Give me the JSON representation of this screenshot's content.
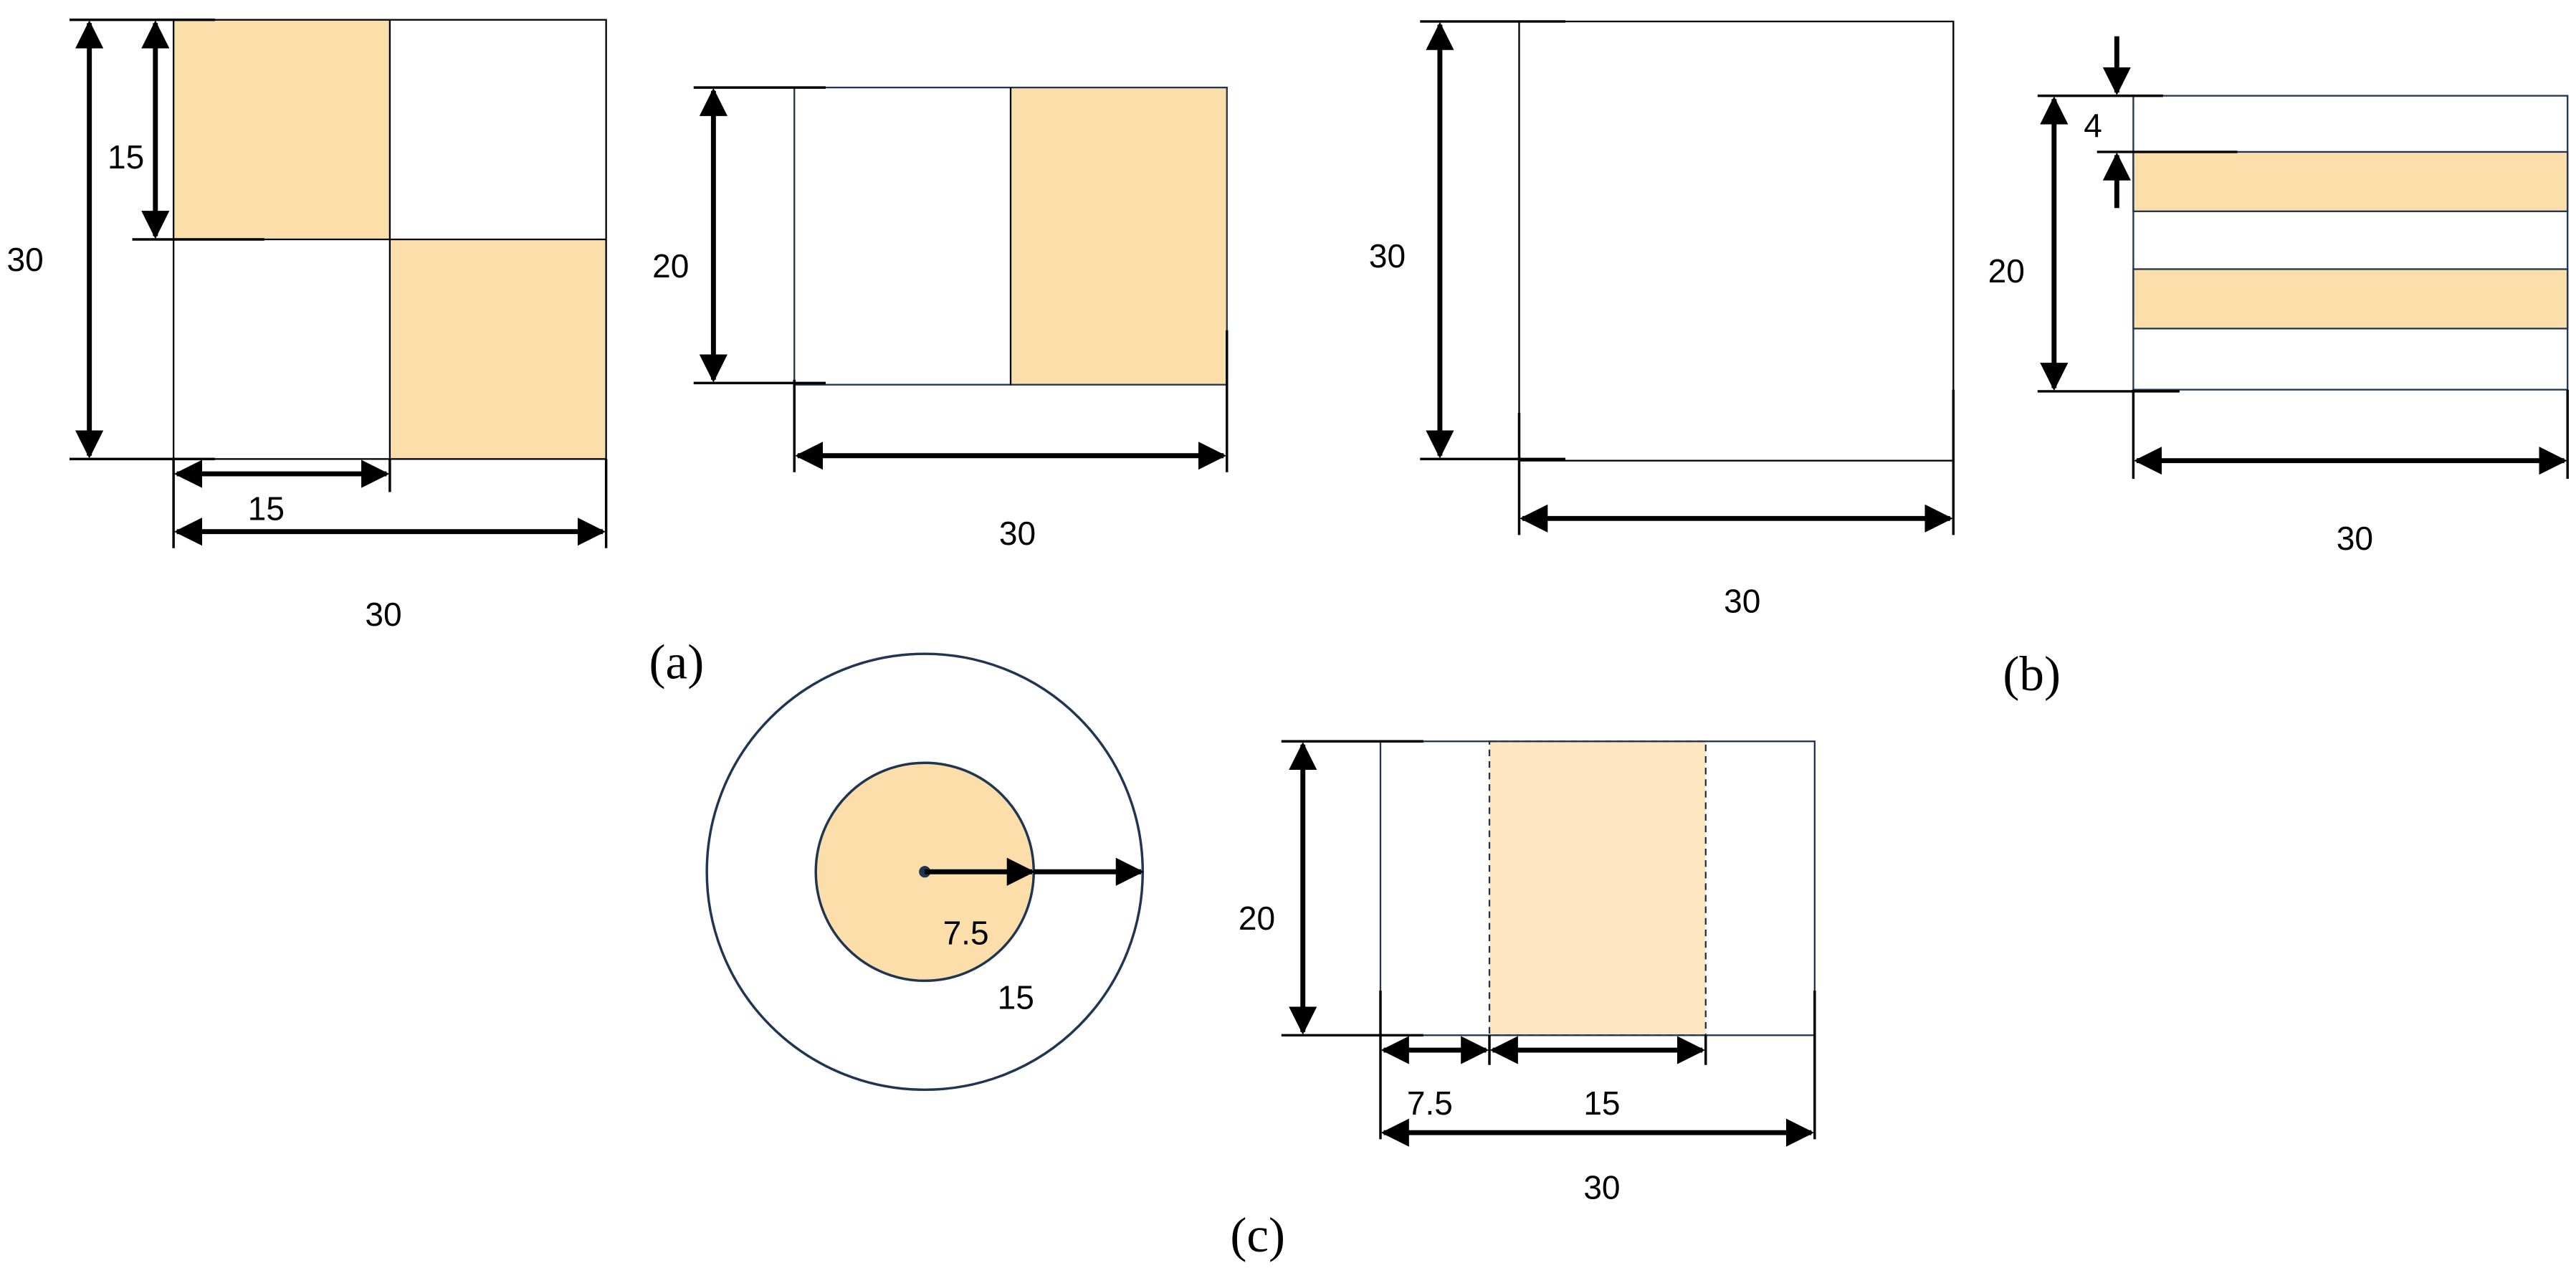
{
  "colors": {
    "fill": "#fcdeaa",
    "fill_light": "#fee6c0",
    "outline": "#1f3552",
    "dim": "#000000"
  },
  "panel_a": {
    "caption": "(a)",
    "checker": {
      "total_height": "30",
      "half_height": "15",
      "half_width": "15",
      "total_width": "30"
    },
    "split": {
      "height": "20",
      "width": "30"
    }
  },
  "panel_b": {
    "caption": "(b)",
    "plain": {
      "height": "30",
      "width": "30"
    },
    "layered": {
      "layer_thickness": "4",
      "height": "20",
      "width": "30"
    }
  },
  "panel_c": {
    "caption": "(c)",
    "circle": {
      "inner_radius": "7.5",
      "outer_radius": "15"
    },
    "section": {
      "height": "20",
      "offset": "7.5",
      "core_width": "15",
      "width": "30"
    }
  }
}
